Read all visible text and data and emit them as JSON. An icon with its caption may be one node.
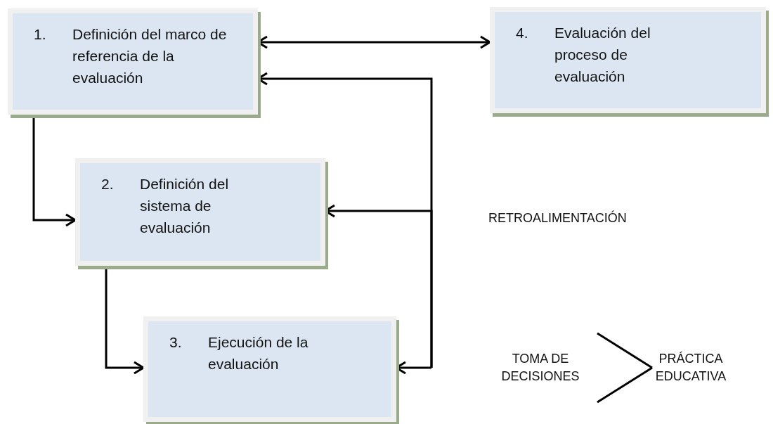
{
  "diagram": {
    "nodes": [
      {
        "text": [
          "1.",
          "Definición del marco de referencia de la evaluación"
        ]
      },
      {
        "text": [
          "4.",
          "Evaluación del proceso de evaluación"
        ]
      },
      {
        "text": [
          "2.",
          "Definición del sistema de evaluación"
        ]
      },
      {
        "text": [
          "3.",
          "Ejecución de la evaluación"
        ]
      },
      {
        "text": [
          "TOMA DE DECISIONES"
        ]
      },
      {
        "text": [
          "PRÁCTICA EDUCATIVA"
        ]
      }
    ],
    "edges": [
      {
        "from": 0,
        "to": 1,
        "arrow": "both"
      },
      {
        "from": 0,
        "to": 2,
        "arrow": "to"
      },
      {
        "from": 2,
        "to": 3,
        "arrow": "to"
      },
      {
        "from": null,
        "to": 0,
        "arrow": "to"
      },
      {
        "from": null,
        "to": 2,
        "arrow": "to"
      },
      {
        "from": null,
        "to": 3,
        "arrow": "to"
      },
      {
        "from": 4,
        "to": 5,
        "arrow": "none"
      }
    ],
    "labels": [
      "RETROALIMENTACIÓN"
    ]
  }
}
